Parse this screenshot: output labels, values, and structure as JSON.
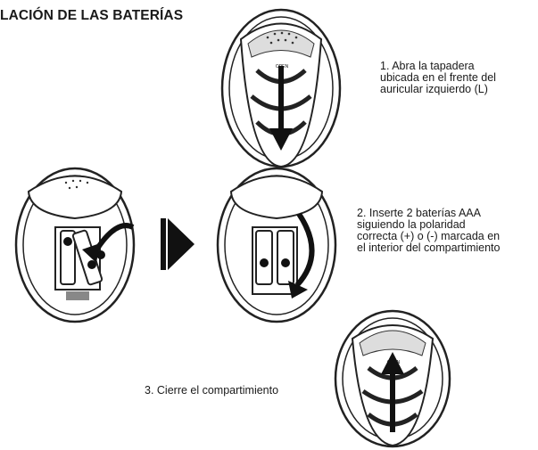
{
  "title": "LACIÓN DE LAS BATERÍAS",
  "steps": [
    {
      "text": "1. Abra la tapadera\nubicada en el frente del\nauricular izquierdo (L)"
    },
    {
      "text": "2. Inserte 2 baterías AAA\nsiguiendo la polaridad\ncorrecta (+) o (-) marcada en\nel interior del compartimiento"
    },
    {
      "text": "3. Cierre el compartimiento"
    }
  ],
  "labels": {
    "open": "OPEN",
    "minus": "−",
    "plus": "+"
  }
}
